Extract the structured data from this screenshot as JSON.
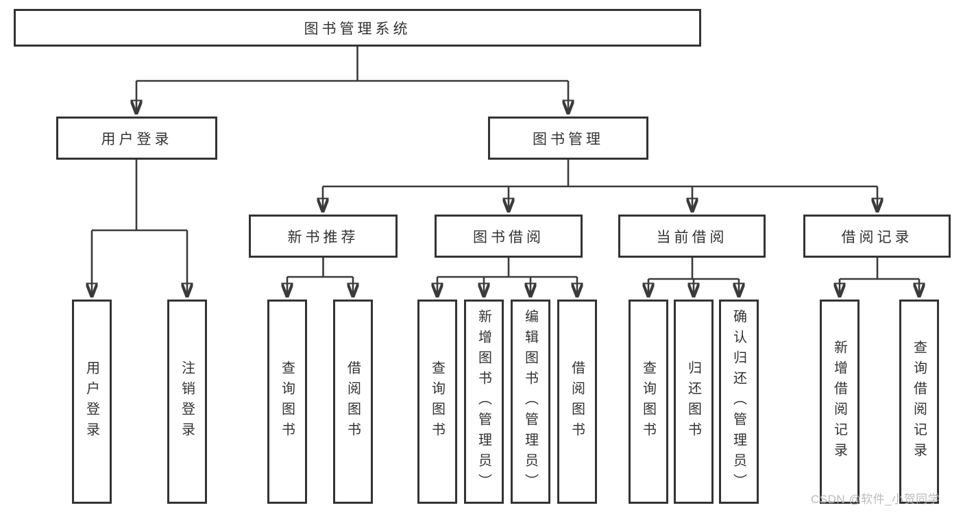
{
  "colors": {
    "box_border": "#333333",
    "connector_line": "#3a3a3a",
    "text": "#333333",
    "watermark_text": "#b7b7b7",
    "background": "#ffffff"
  },
  "watermark": {
    "text": "CSDN @软件_小贺同学"
  },
  "diagram": {
    "type": "hierarchy-tree",
    "title": "图书管理系统",
    "tree": {
      "label": "图书管理系统",
      "children": [
        {
          "label": "用户登录",
          "children": [
            {
              "label": "用户登录"
            },
            {
              "label": "注销登录"
            }
          ]
        },
        {
          "label": "图书管理",
          "children": [
            {
              "label": "新书推荐",
              "children": [
                {
                  "label": "查询图书"
                },
                {
                  "label": "借阅图书"
                }
              ]
            },
            {
              "label": "图书借阅",
              "children": [
                {
                  "label": "查询图书"
                },
                {
                  "label": "新增图书（管理员）"
                },
                {
                  "label": "编辑图书（管理员）"
                },
                {
                  "label": "借阅图书"
                }
              ]
            },
            {
              "label": "当前借阅",
              "children": [
                {
                  "label": "查询图书"
                },
                {
                  "label": "归还图书"
                },
                {
                  "label": "确认归还（管理员）"
                }
              ]
            },
            {
              "label": "借阅记录",
              "children": [
                {
                  "label": "新增借阅记录"
                },
                {
                  "label": "查询借阅记录"
                }
              ]
            }
          ]
        }
      ]
    }
  }
}
